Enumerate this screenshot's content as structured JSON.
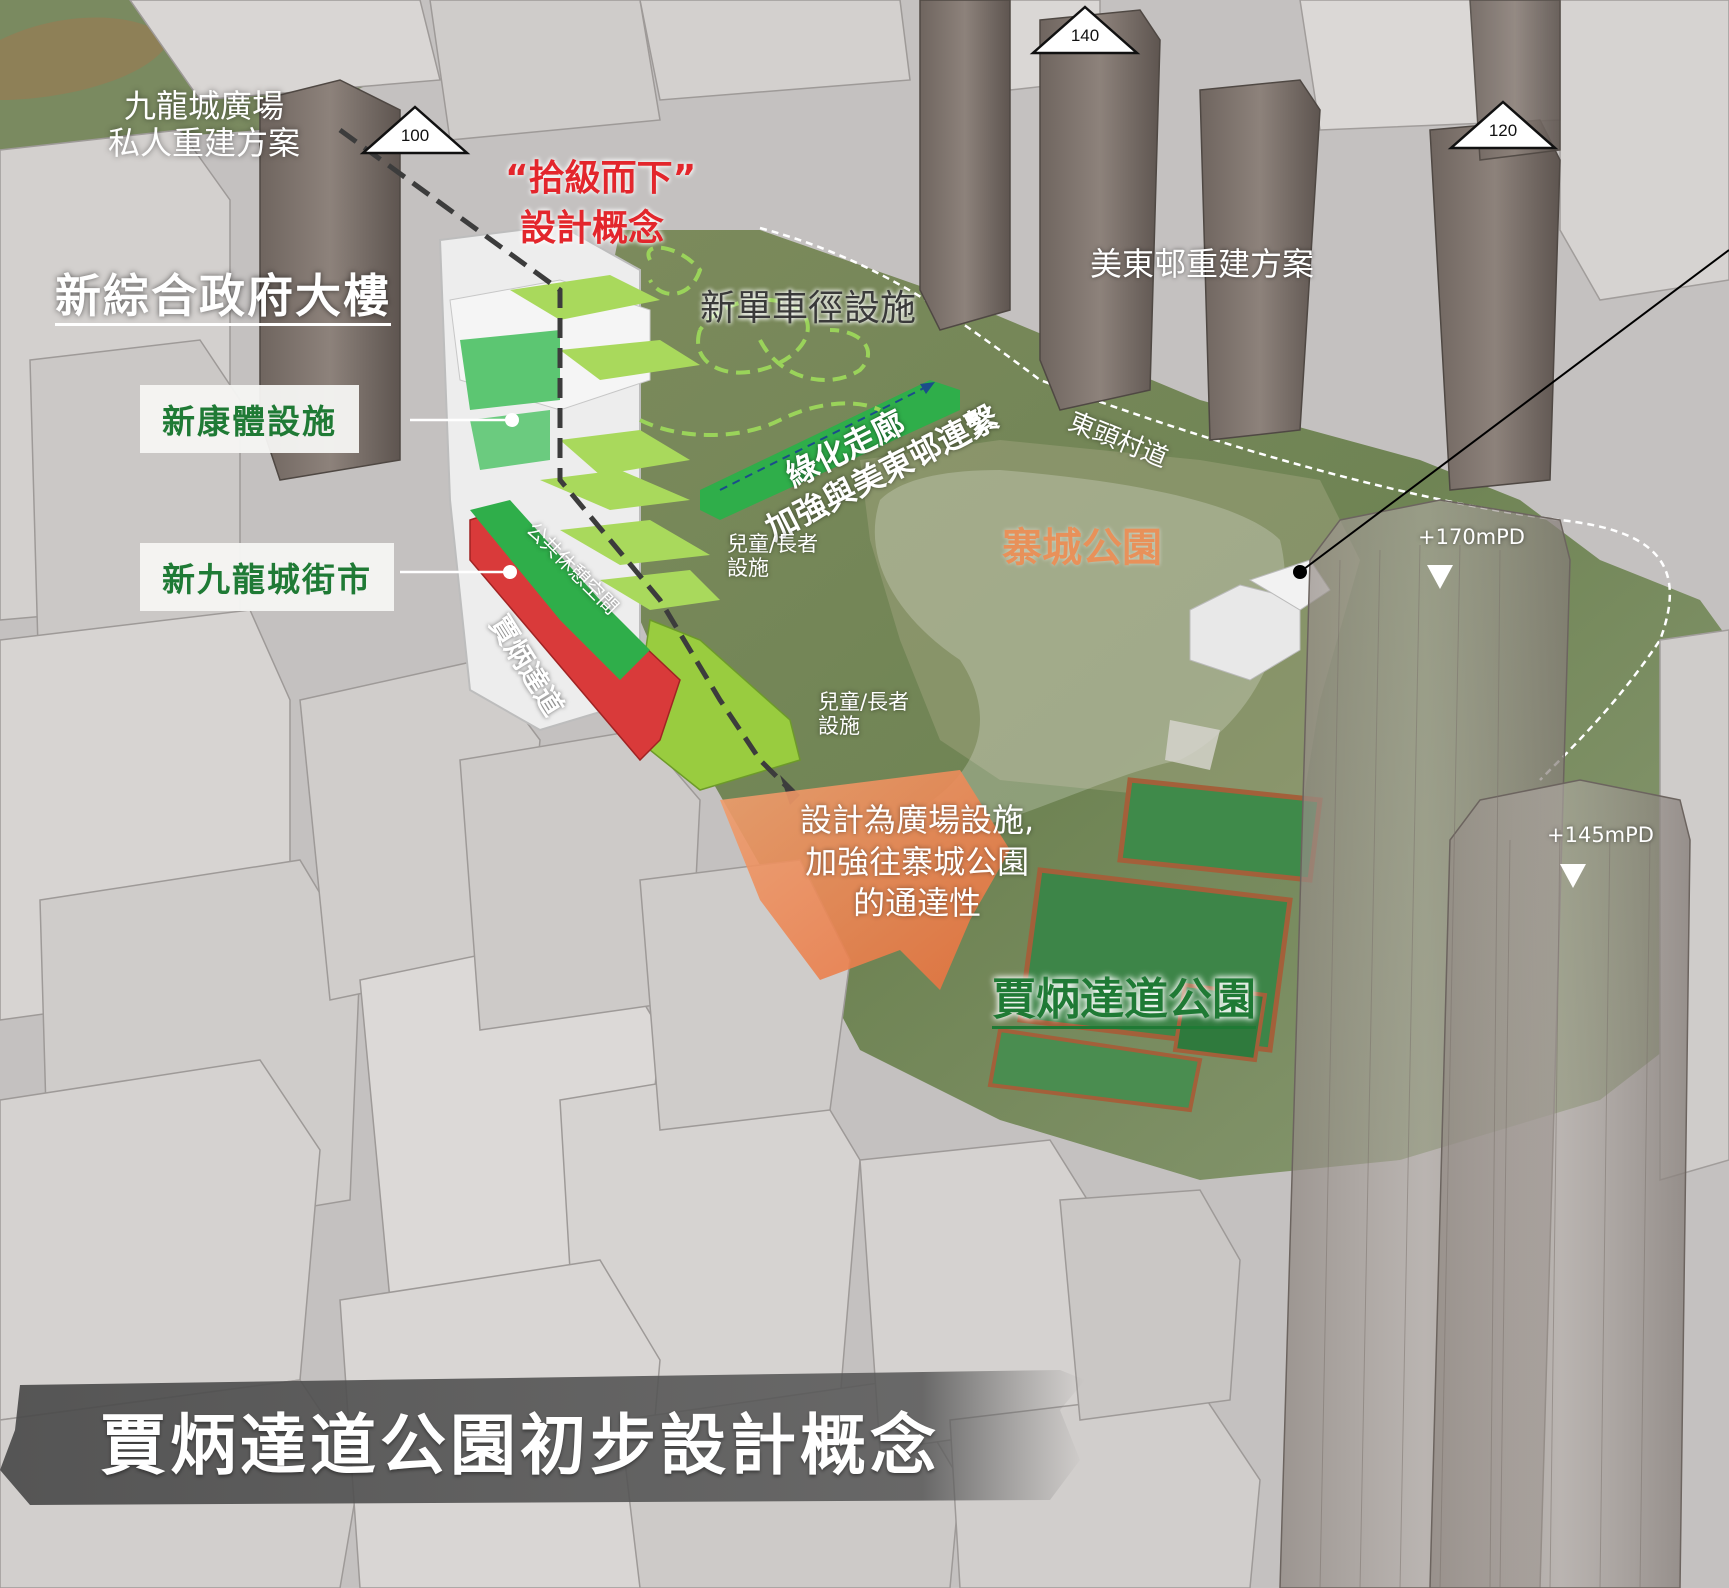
{
  "title": "賈炳達道公園初步設計概念",
  "labels": {
    "kowloon_city_plaza": "九龍城廣場\n私人重建方案",
    "step_down_quote": "“拾級而下”",
    "step_down_concept": "設計概念",
    "new_government_building": "新綜合政府大樓",
    "new_cycling_facilities": "新單車徑設施",
    "mei_tung_estate": "美東邨重建方案",
    "tung_tau_tsuen_road": "東頭村道",
    "new_sports_facilities": "新康體設施",
    "green_corridor": "綠化走廊",
    "connect_mei_tung": "加強與美東邨連繫",
    "kowloon_walled_city_park": "寨城公園",
    "children_elderly_1": "兒童/長者\n設施",
    "children_elderly_2": "兒童/長者\n設施",
    "new_market": "新九龍城街市",
    "public_open_space": "公共休憩空間",
    "carpenter_road": "賈炳達道",
    "plaza_design": "設計為廣場設施,\n加強往寨城公園\n的通達性",
    "carpenter_road_park": "賈炳達道公園"
  },
  "height_markers": {
    "left": "100",
    "middle": "140",
    "right": "120"
  },
  "levels": {
    "tower_1": "+170mPD",
    "tower_2": "+145mPD"
  },
  "colors": {
    "green_label": "#1f7a35",
    "step_down_red": "#e3262c",
    "park_orange": "#e8915a",
    "lime_green": "#8ccf3c",
    "bright_green": "#2fae4a",
    "market_red": "#d93a3a"
  },
  "icons": [
    "triangle-marker-icon",
    "down-triangle-icon",
    "arrow-icon"
  ]
}
